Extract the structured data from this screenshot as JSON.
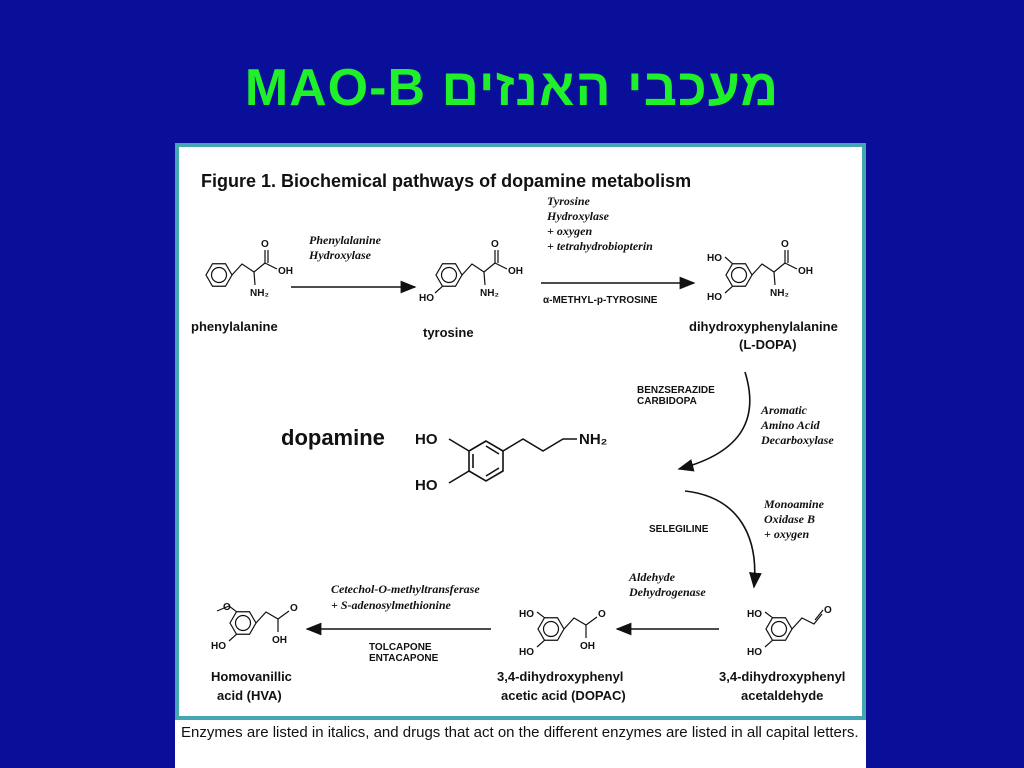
{
  "slide": {
    "title_ltr": "MAO-B",
    "title_rtl": "מעכבי האנזים",
    "background": "#0a0f9a",
    "title_color": "#1ff02a",
    "frame_color": "#46a7b4"
  },
  "figure": {
    "title": "Figure 1.  Biochemical pathways of dopamine metabolism",
    "compounds": {
      "phenylalanine": "phenylalanine",
      "tyrosine": "tyrosine",
      "ldopa_1": "dihydroxyphenylalanine",
      "ldopa_2": "(L-DOPA)",
      "dopamine": "dopamine",
      "hva_1": "Homovanillic",
      "hva_2": "acid (HVA)",
      "dopac_1": "3,4-dihydroxyphenyl",
      "dopac_2": "acetic acid (DOPAC)",
      "dopal_1": "3,4-dihydroxyphenyl",
      "dopal_2": "acetaldehyde"
    },
    "enzymes": {
      "phe_hydroxylase": [
        "Phenylalanine",
        "Hydroxylase"
      ],
      "tyr_hydroxylase": [
        "Tyrosine",
        "Hydroxylase",
        "+ oxygen",
        "+ tetrahydrobiopterin"
      ],
      "aadc": [
        "Aromatic",
        "Amino Acid",
        "Decarboxylase"
      ],
      "maob": [
        "Monoamine",
        "Oxidase B",
        "+ oxygen"
      ],
      "aldh": [
        "Aldehyde",
        "Dehydrogenase"
      ],
      "comt": [
        "Cetechol-O-methyltransferase",
        "+ S-adenosylmethionine"
      ]
    },
    "drugs": {
      "tyr_inhibitor": "α-METHYL-p-TYROSINE",
      "aadc_inhibitors": [
        "BENZSERAZIDE",
        "CARBIDOPA"
      ],
      "maob_inhibitor": "SELEGILINE",
      "comt_inhibitors": [
        "TOLCAPONE",
        "ENTACAPONE"
      ]
    },
    "atoms": {
      "oh": "OH",
      "o": "O",
      "ho": "HO",
      "nh2": "NH₂"
    },
    "caption": "Enzymes are listed in italics, and drugs that act on the different enzymes are listed in all capital letters."
  }
}
